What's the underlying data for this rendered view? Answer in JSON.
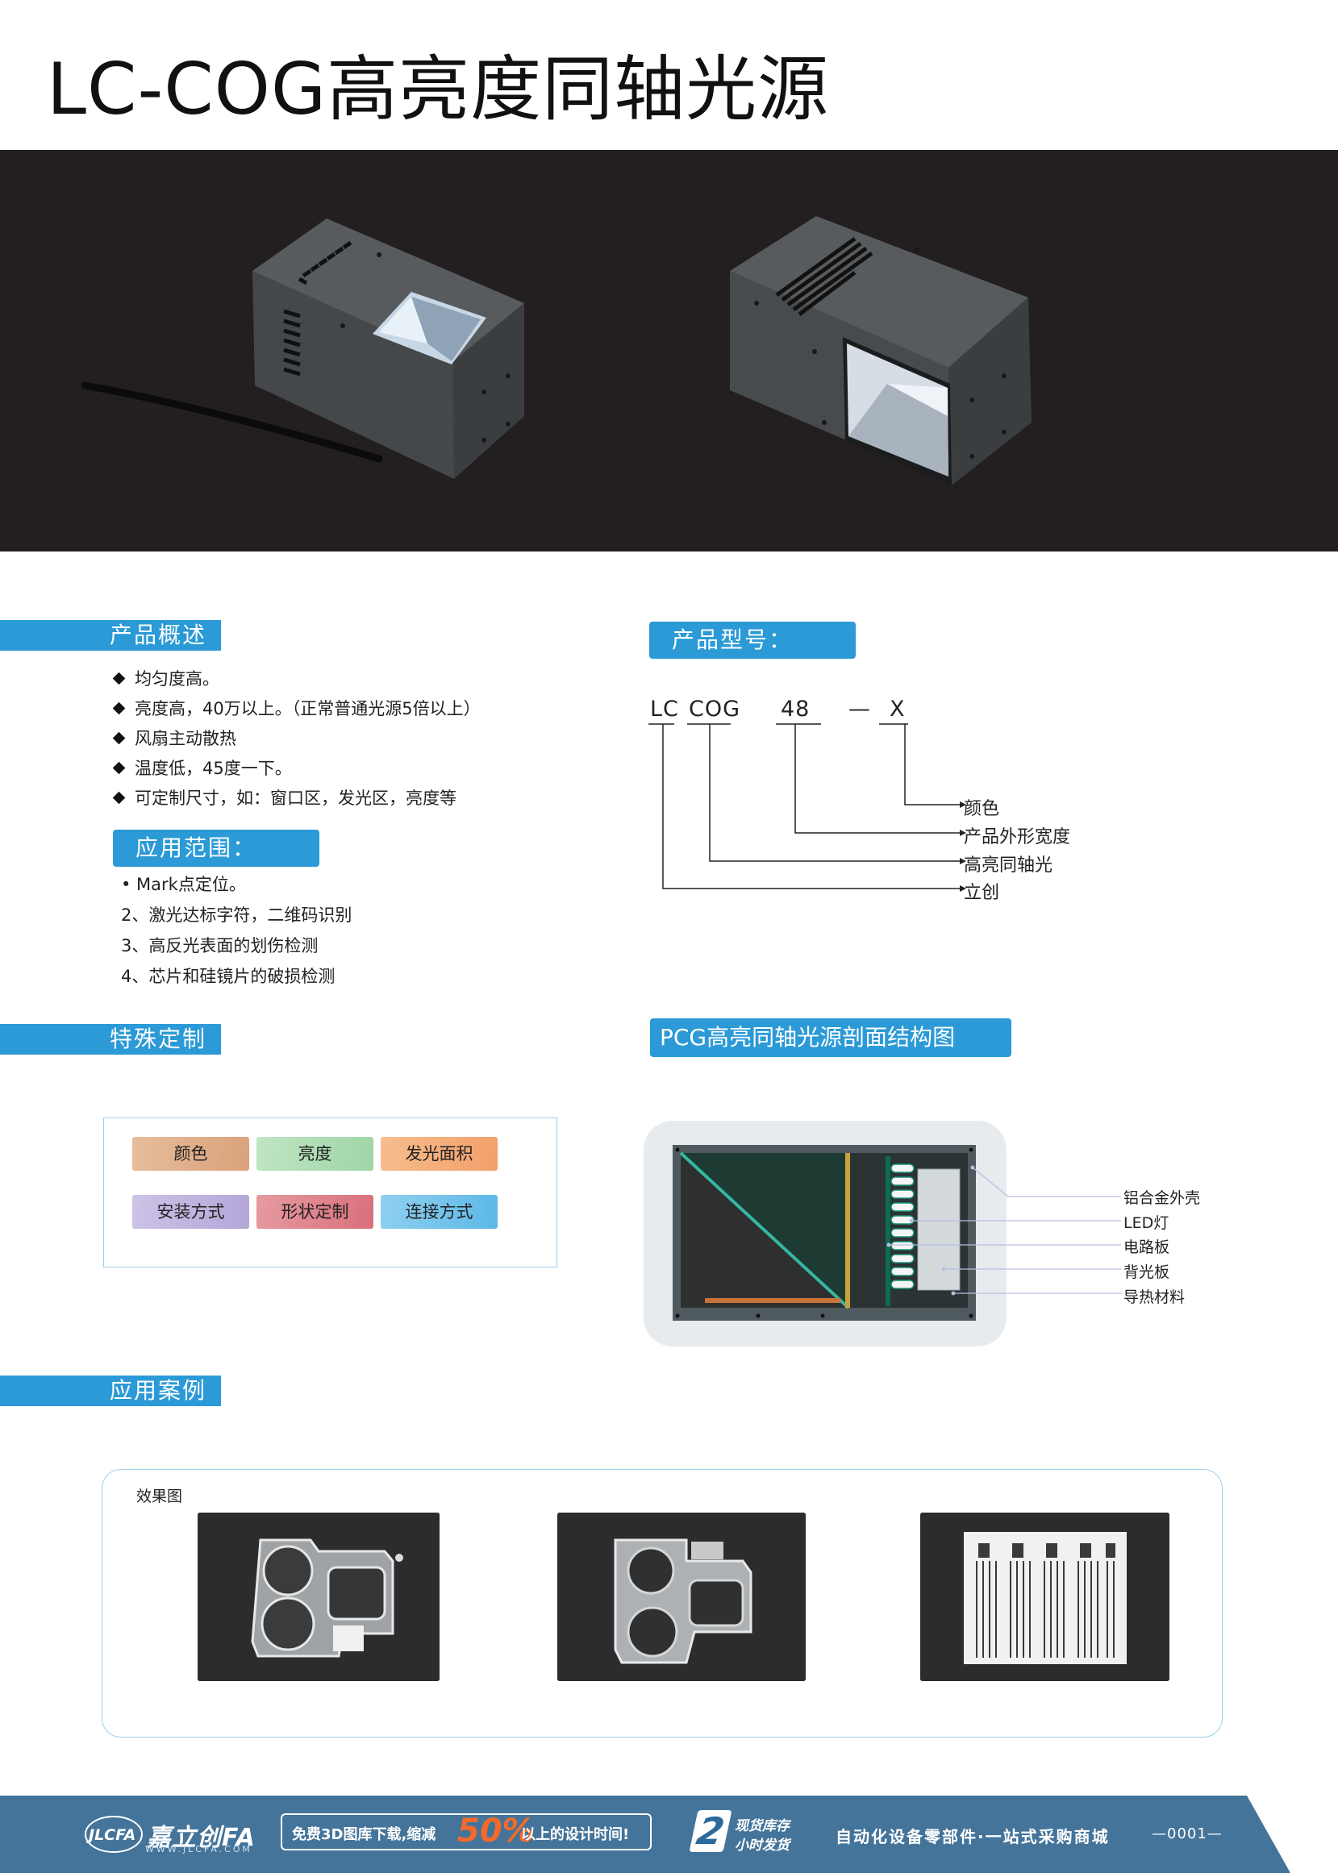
{
  "title": "LC-COG高亮度同轴光源",
  "overview": {
    "heading": "产品概述",
    "items": [
      "均匀度高。",
      "亮度高，40万以上。（正常普通光源5倍以上）",
      "风扇主动散热",
      "温度低，45度一下。",
      "可定制尺寸，如：窗口区，发光区，亮度等"
    ]
  },
  "applications": {
    "heading": "应用范围：",
    "items": [
      "• Mark点定位。",
      "2、激光达标字符，二维码识别",
      "3、高反光表面的划伤检测",
      "4、芯片和硅镜片的破损检测"
    ]
  },
  "model": {
    "heading": "产品型号：",
    "codes": [
      "LC",
      "COG",
      "48",
      "—",
      "X"
    ],
    "labels": [
      "颜色",
      "产品外形宽度",
      "高亮同轴光",
      "立创"
    ]
  },
  "custom": {
    "heading": "特殊定制",
    "chips": [
      {
        "label": "颜色",
        "color": "#d9a27a"
      },
      {
        "label": "亮度",
        "color": "#9fd6a6"
      },
      {
        "label": "发光面积",
        "color": "#f2a06a"
      },
      {
        "label": "安装方式",
        "color": "#b3a6d8"
      },
      {
        "label": "形状定制",
        "color": "#d9707a"
      },
      {
        "label": "连接方式",
        "color": "#5cb8e6"
      }
    ]
  },
  "structure": {
    "heading": "PCG高亮同轴光源剖面结构图",
    "labels": [
      "铝合金外壳",
      "LED灯",
      "电路板",
      "背光板",
      "导热材料"
    ]
  },
  "cases": {
    "heading": "应用案例",
    "caption": "效果图"
  },
  "footer": {
    "logo_mark": "JLCFA",
    "brand_cn": "嘉立创FA",
    "brand_en": "WWW.JLCFA.COM",
    "promo_before": "免费3D图库下载,缩减",
    "promo_pct": "50%",
    "promo_after": "以上的设计时间!",
    "stock_num": "2",
    "stock_line1": "现货库存",
    "stock_line2": "小时发货",
    "slogan": "自动化设备零部件·一站式采购商城",
    "page": "—0001—"
  },
  "colors": {
    "accent": "#2b9ad6",
    "hero_bg": "#231e1f",
    "footer_bg": "#44749a"
  }
}
